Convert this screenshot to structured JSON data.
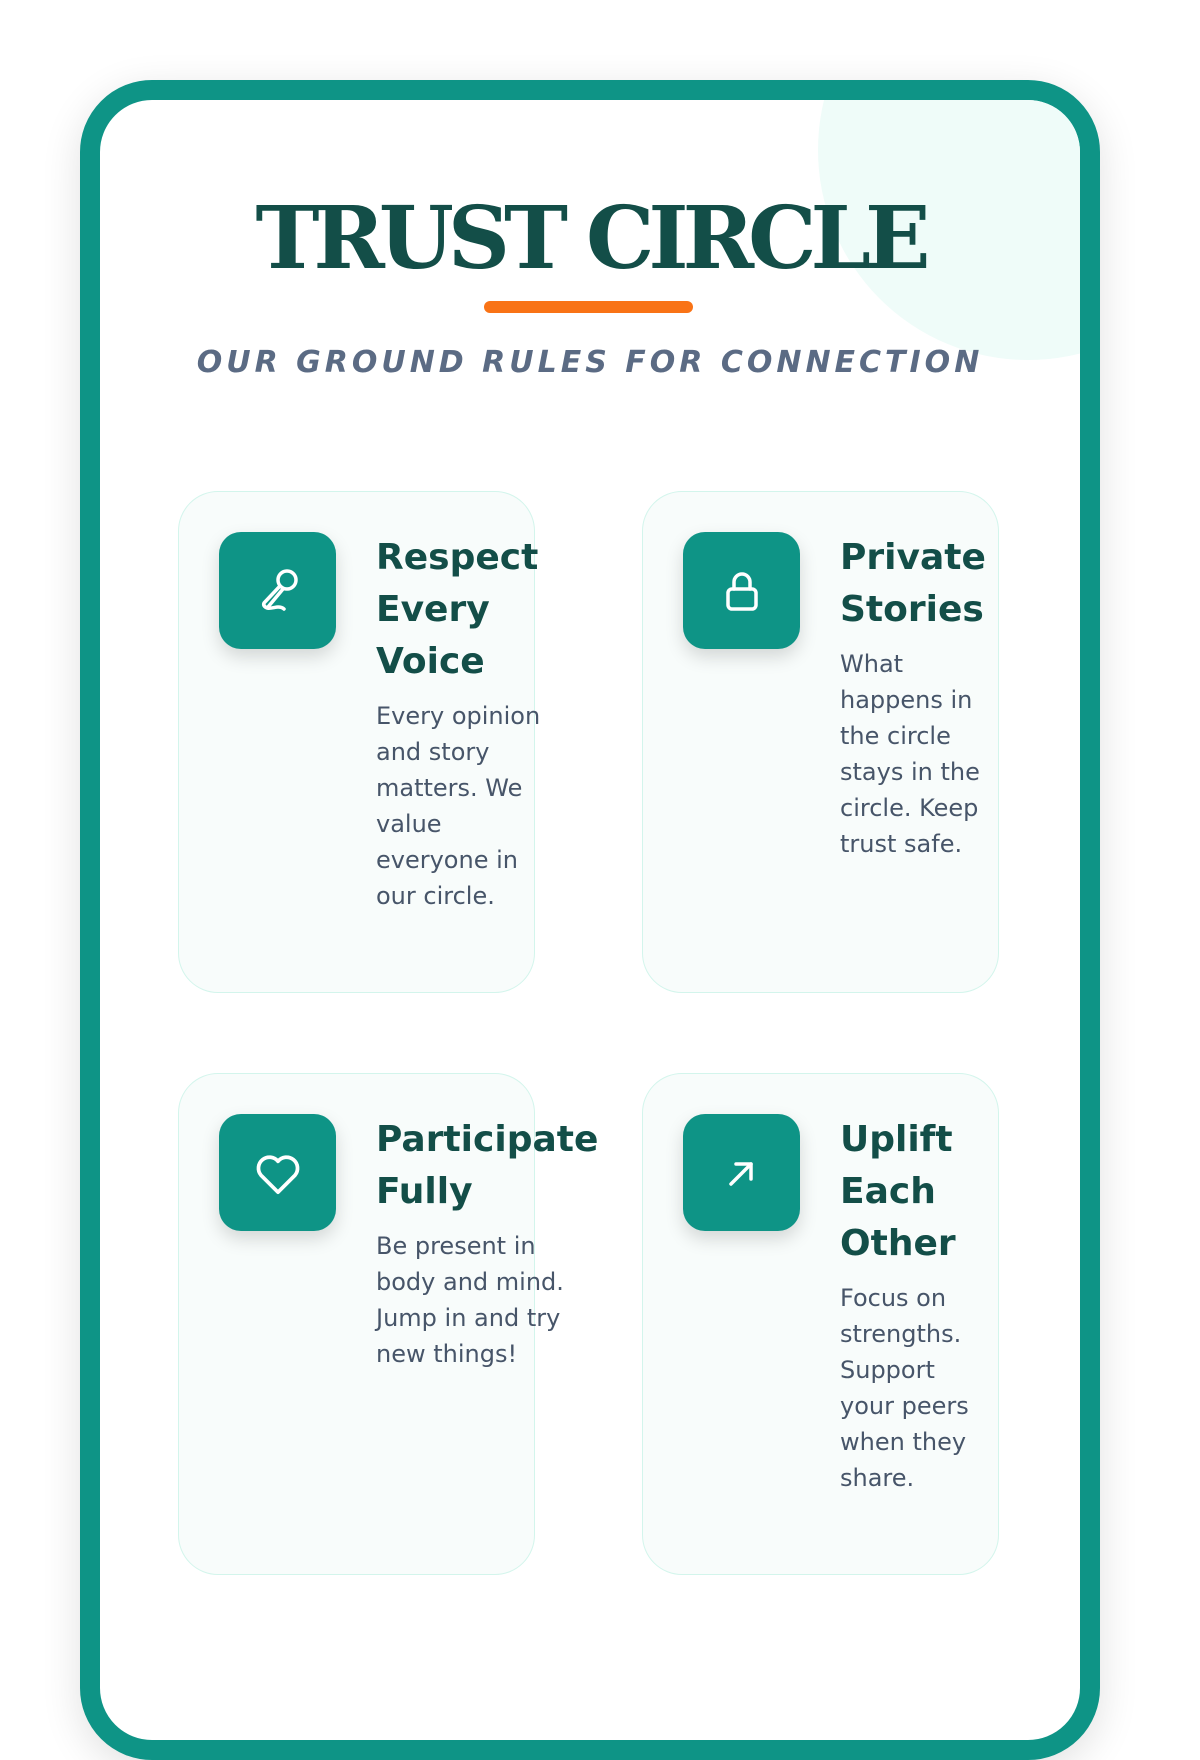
{
  "title": "TRUST CIRCLE",
  "subtitle": "OUR GROUND RULES FOR CONNECTION",
  "colors": {
    "primary": "#0e9486",
    "dark": "#134e48",
    "accent": "#f97316"
  },
  "rules": [
    {
      "icon": "microphone-icon",
      "title": "Respect Every Voice",
      "body": "Every opinion and story matters. We value everyone in our circle."
    },
    {
      "icon": "lock-icon",
      "title": "Private Stories",
      "body": "What happens in the circle stays in the circle. Keep trust safe."
    },
    {
      "icon": "heart-icon",
      "title": "Participate Fully",
      "body": "Be present in body and mind. Jump in and try new things!"
    },
    {
      "icon": "arrow-up-right-icon",
      "title": "Uplift Each Other",
      "body": "Focus on strengths. Support your peers when they share."
    }
  ]
}
